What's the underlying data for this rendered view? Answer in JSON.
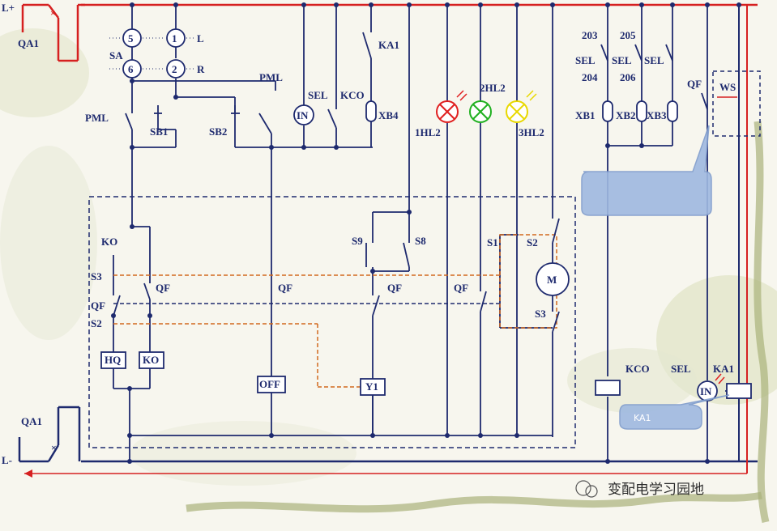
{
  "bus": {
    "positive": "L+",
    "negative": "L-"
  },
  "breakers": {
    "top": "QA1",
    "bottom": "QA1"
  },
  "selector": {
    "name": "SA",
    "contacts": [
      "5",
      "1",
      "6",
      "2"
    ],
    "left_label": "L",
    "right_label": "R"
  },
  "labels": {
    "pml_left": "PML",
    "sb1": "SB1",
    "sb2": "SB2",
    "pml_right": "PML",
    "in_top": "IN",
    "sel_top": "SEL",
    "kco_top": "KCO",
    "ka1_top": "KA1",
    "xb4": "XB4",
    "hl1": "1HL2",
    "hl2": "2HL2",
    "hl3": "3HL2",
    "n203": "203",
    "n205": "205",
    "sel1": "SEL",
    "sel2": "SEL",
    "sel3": "SEL",
    "n204": "204",
    "n206": "206",
    "qf_right": "QF",
    "ws": "WS",
    "xb1": "XB1",
    "xb2": "XB2",
    "xb3": "XB3",
    "ko": "KO",
    "s3_left": "S3",
    "qf_a": "QF",
    "qf_b": "QF",
    "s2_left": "S2",
    "qf_mid": "QF",
    "s9": "S9",
    "s8": "S8",
    "qf_c": "QF",
    "qf_d": "QF",
    "s1": "S1",
    "s2_right": "S2",
    "motor": "M",
    "s3_right": "S3",
    "hq": "HQ",
    "ko_coil": "KO",
    "off": "OFF",
    "y1": "Y1",
    "kco_bottom": "KCO",
    "sel_bottom": "SEL",
    "ka1_bottom": "KA1",
    "in_bottom": "IN"
  },
  "callouts": {
    "upper": "",
    "lower": "KA1"
  },
  "watermark": "变配电学习园地",
  "colors": {
    "wire": "#1e2a6e",
    "bus_positive": "#d62020",
    "bus_negative": "#1e2a6e",
    "dashed_box": "#1e2a6e",
    "dashed_orange": "#d2691e",
    "lamp_red": "#e02020",
    "lamp_green": "#20b020",
    "lamp_yellow": "#e8d800",
    "callout": "#9fb9e0"
  }
}
